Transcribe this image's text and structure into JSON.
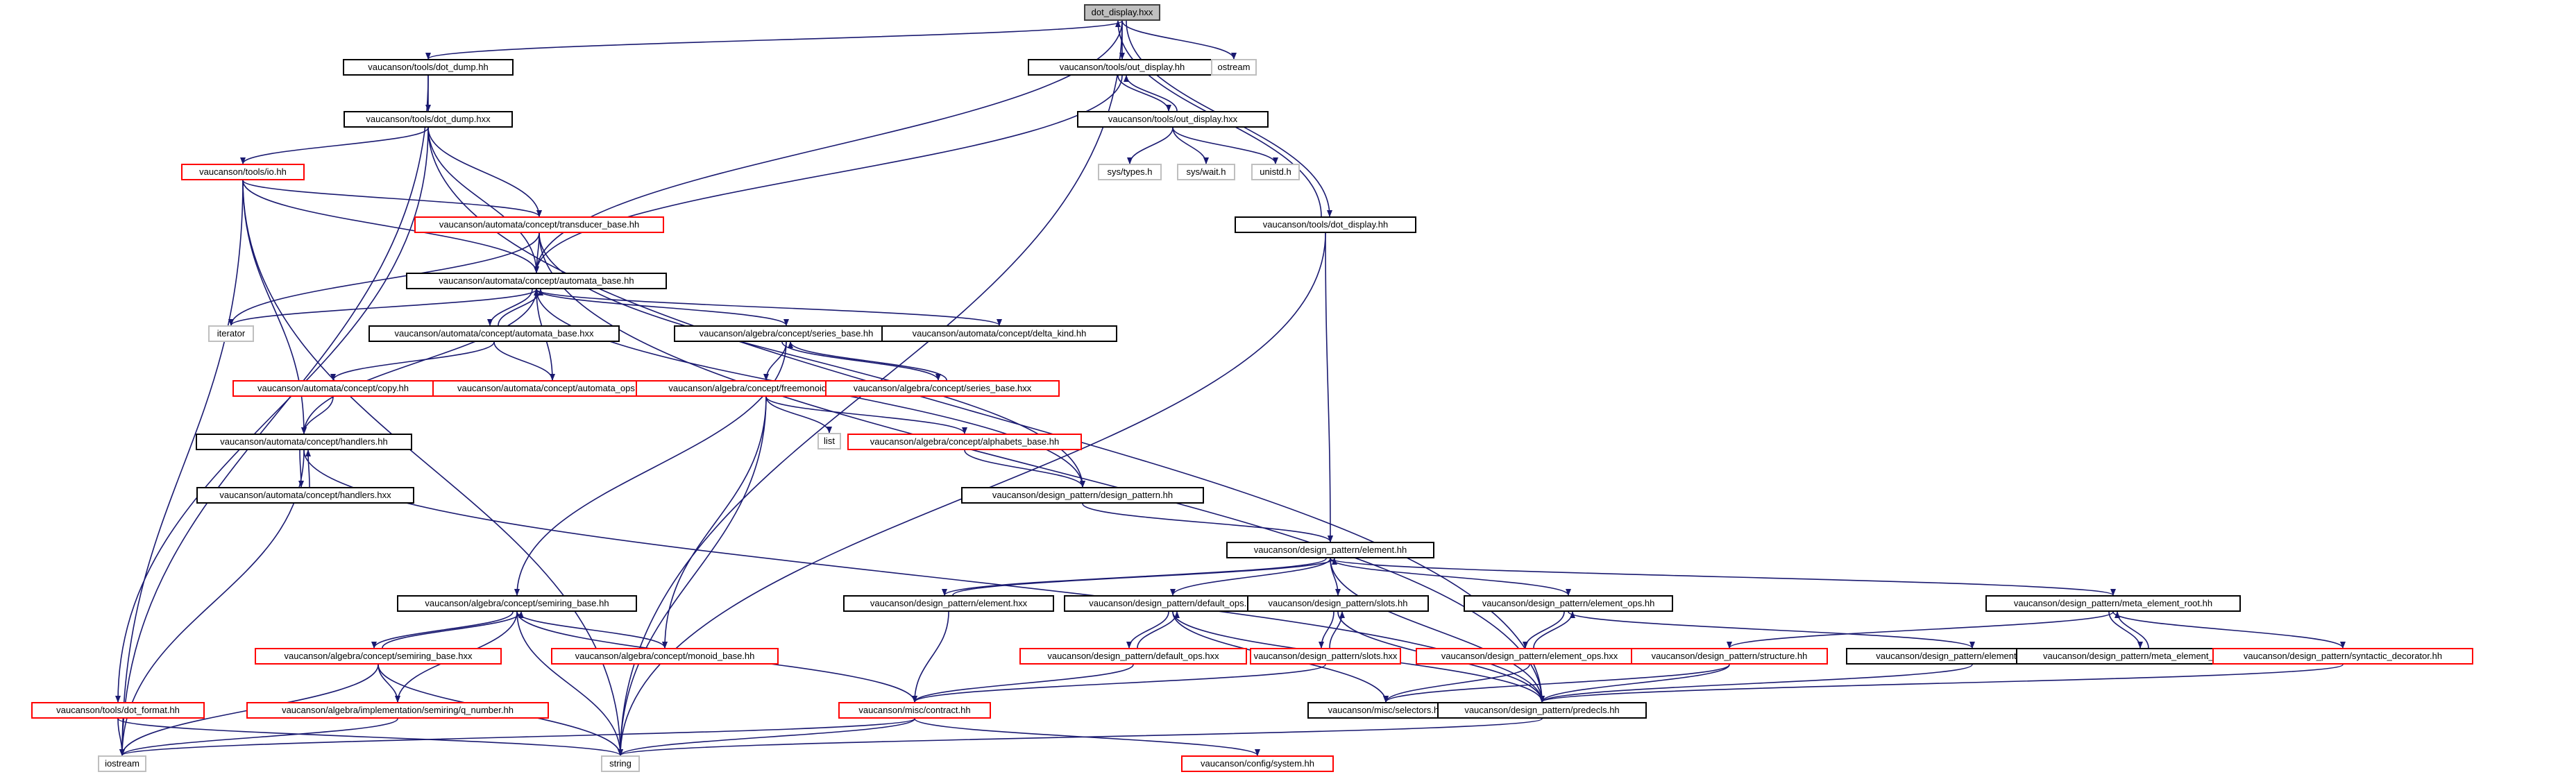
{
  "colors": {
    "edge": "#191970",
    "root_fill": "#bfbfbf",
    "root_border": "#404040",
    "node_border": "#000000",
    "incomplete_border": "#ff0000",
    "system_border": "#bfbfbf",
    "background": "#ffffff"
  },
  "legend_note": "",
  "graph": {
    "nodes": [
      {
        "id": "dot_display_hxx",
        "label": "dot_display.hxx",
        "kind": "root"
      },
      {
        "id": "dot_dump_hh",
        "label": "vaucanson/tools/dot_dump.hh",
        "kind": "normal"
      },
      {
        "id": "out_display_hh",
        "label": "vaucanson/tools/out_display.hh",
        "kind": "normal"
      },
      {
        "id": "ostream",
        "label": "ostream",
        "kind": "system"
      },
      {
        "id": "dot_dump_hxx",
        "label": "vaucanson/tools/dot_dump.hxx",
        "kind": "normal"
      },
      {
        "id": "out_display_hxx",
        "label": "vaucanson/tools/out_display.hxx",
        "kind": "normal"
      },
      {
        "id": "io_hh",
        "label": "vaucanson/tools/io.hh",
        "kind": "incomplete"
      },
      {
        "id": "sys_types_h",
        "label": "sys/types.h",
        "kind": "system"
      },
      {
        "id": "sys_wait_h",
        "label": "sys/wait.h",
        "kind": "system"
      },
      {
        "id": "unistd_h",
        "label": "unistd.h",
        "kind": "system"
      },
      {
        "id": "transducer_base_hh",
        "label": "vaucanson/automata/concept/transducer_base.hh",
        "kind": "incomplete"
      },
      {
        "id": "dot_display_hh",
        "label": "vaucanson/tools/dot_display.hh",
        "kind": "normal"
      },
      {
        "id": "automata_base_hh",
        "label": "vaucanson/automata/concept/automata_base.hh",
        "kind": "normal"
      },
      {
        "id": "iterator",
        "label": "iterator",
        "kind": "system"
      },
      {
        "id": "automata_base_hxx",
        "label": "vaucanson/automata/concept/automata_base.hxx",
        "kind": "normal"
      },
      {
        "id": "series_base_hh",
        "label": "vaucanson/algebra/concept/series_base.hh",
        "kind": "normal"
      },
      {
        "id": "delta_kind_hh",
        "label": "vaucanson/automata/concept/delta_kind.hh",
        "kind": "normal"
      },
      {
        "id": "copy_hh",
        "label": "vaucanson/automata/concept/copy.hh",
        "kind": "incomplete"
      },
      {
        "id": "automata_ops_hh",
        "label": "vaucanson/automata/concept/automata_ops.hh",
        "kind": "incomplete"
      },
      {
        "id": "freemonoid_base_hh",
        "label": "vaucanson/algebra/concept/freemonoid_base.hh",
        "kind": "incomplete"
      },
      {
        "id": "series_base_hxx",
        "label": "vaucanson/algebra/concept/series_base.hxx",
        "kind": "incomplete"
      },
      {
        "id": "list",
        "label": "list",
        "kind": "system"
      },
      {
        "id": "handlers_hh",
        "label": "vaucanson/automata/concept/handlers.hh",
        "kind": "normal"
      },
      {
        "id": "alphabets_base_hh",
        "label": "vaucanson/algebra/concept/alphabets_base.hh",
        "kind": "incomplete"
      },
      {
        "id": "handlers_hxx",
        "label": "vaucanson/automata/concept/handlers.hxx",
        "kind": "normal"
      },
      {
        "id": "design_pattern_hh",
        "label": "vaucanson/design_pattern/design_pattern.hh",
        "kind": "normal"
      },
      {
        "id": "element_hh",
        "label": "vaucanson/design_pattern/element.hh",
        "kind": "normal"
      },
      {
        "id": "element_hxx",
        "label": "vaucanson/design_pattern/element.hxx",
        "kind": "normal"
      },
      {
        "id": "default_ops_hh",
        "label": "vaucanson/design_pattern/default_ops.hh",
        "kind": "normal"
      },
      {
        "id": "slots_hh",
        "label": "vaucanson/design_pattern/slots.hh",
        "kind": "normal"
      },
      {
        "id": "element_ops_hh",
        "label": "vaucanson/design_pattern/element_ops.hh",
        "kind": "normal"
      },
      {
        "id": "meta_element_root_hh",
        "label": "vaucanson/design_pattern/meta_element_root.hh",
        "kind": "normal"
      },
      {
        "id": "semiring_base_hh",
        "label": "vaucanson/algebra/concept/semiring_base.hh",
        "kind": "normal"
      },
      {
        "id": "semiring_base_hxx",
        "label": "vaucanson/algebra/concept/semiring_base.hxx",
        "kind": "incomplete"
      },
      {
        "id": "monoid_base_hh",
        "label": "vaucanson/algebra/concept/monoid_base.hh",
        "kind": "incomplete"
      },
      {
        "id": "default_ops_hxx",
        "label": "vaucanson/design_pattern/default_ops.hxx",
        "kind": "incomplete"
      },
      {
        "id": "slots_hxx",
        "label": "vaucanson/design_pattern/slots.hxx",
        "kind": "incomplete"
      },
      {
        "id": "element_ops_hxx",
        "label": "vaucanson/design_pattern/element_ops.hxx",
        "kind": "incomplete"
      },
      {
        "id": "structure_hh",
        "label": "vaucanson/design_pattern/structure.hh",
        "kind": "incomplete"
      },
      {
        "id": "element_op_traits_hh",
        "label": "vaucanson/design_pattern/element_op_traits.hh",
        "kind": "normal"
      },
      {
        "id": "meta_element_root_hxx",
        "label": "vaucanson/design_pattern/meta_element_root.hxx",
        "kind": "normal"
      },
      {
        "id": "syntactic_decorator_hh",
        "label": "vaucanson/design_pattern/syntactic_decorator.hh",
        "kind": "incomplete"
      },
      {
        "id": "dot_format_hh",
        "label": "vaucanson/tools/dot_format.hh",
        "kind": "incomplete"
      },
      {
        "id": "q_number_hh",
        "label": "vaucanson/algebra/implementation/semiring/q_number.hh",
        "kind": "incomplete"
      },
      {
        "id": "contract_hh",
        "label": "vaucanson/misc/contract.hh",
        "kind": "incomplete"
      },
      {
        "id": "selectors_hh",
        "label": "vaucanson/misc/selectors.hh",
        "kind": "normal"
      },
      {
        "id": "predecls_hh",
        "label": "vaucanson/design_pattern/predecls.hh",
        "kind": "normal"
      },
      {
        "id": "iostream",
        "label": "iostream",
        "kind": "system"
      },
      {
        "id": "string",
        "label": "string",
        "kind": "system"
      },
      {
        "id": "system_hh",
        "label": "vaucanson/config/system.hh",
        "kind": "incomplete"
      }
    ],
    "edges": [
      [
        "dot_display_hxx",
        "dot_dump_hh"
      ],
      [
        "dot_display_hxx",
        "out_display_hh"
      ],
      [
        "dot_display_hxx",
        "ostream"
      ],
      [
        "dot_display_hxx",
        "dot_display_hh"
      ],
      [
        "dot_display_hxx",
        "automata_base_hh"
      ],
      [
        "dot_display_hxx",
        "string"
      ],
      [
        "dot_display_hh",
        "dot_display_hxx"
      ],
      [
        "dot_display_hh",
        "element_hh"
      ],
      [
        "dot_display_hh",
        "string"
      ],
      [
        "dot_dump_hh",
        "dot_dump_hxx"
      ],
      [
        "dot_dump_hh",
        "iostream"
      ],
      [
        "out_display_hh",
        "out_display_hxx"
      ],
      [
        "out_display_hh",
        "automata_base_hh"
      ],
      [
        "out_display_hxx",
        "out_display_hh"
      ],
      [
        "out_display_hxx",
        "sys_types_h"
      ],
      [
        "out_display_hxx",
        "sys_wait_h"
      ],
      [
        "out_display_hxx",
        "unistd_h"
      ],
      [
        "dot_dump_hxx",
        "io_hh"
      ],
      [
        "dot_dump_hxx",
        "transducer_base_hh"
      ],
      [
        "dot_dump_hxx",
        "automata_base_hh"
      ],
      [
        "dot_dump_hxx",
        "dot_format_hh"
      ],
      [
        "dot_dump_hxx",
        "predecls_hh"
      ],
      [
        "io_hh",
        "transducer_base_hh"
      ],
      [
        "io_hh",
        "automata_base_hh"
      ],
      [
        "io_hh",
        "handlers_hh"
      ],
      [
        "io_hh",
        "iostream"
      ],
      [
        "io_hh",
        "string"
      ],
      [
        "transducer_base_hh",
        "automata_base_hh"
      ],
      [
        "transducer_base_hh",
        "iterator"
      ],
      [
        "transducer_base_hh",
        "design_pattern_hh"
      ],
      [
        "transducer_base_hh",
        "predecls_hh"
      ],
      [
        "automata_base_hh",
        "iterator"
      ],
      [
        "automata_base_hh",
        "automata_base_hxx"
      ],
      [
        "automata_base_hh",
        "series_base_hh"
      ],
      [
        "automata_base_hh",
        "delta_kind_hh"
      ],
      [
        "automata_base_hh",
        "handlers_hh"
      ],
      [
        "automata_base_hh",
        "design_pattern_hh"
      ],
      [
        "automata_base_hxx",
        "automata_base_hh"
      ],
      [
        "automata_base_hxx",
        "copy_hh"
      ],
      [
        "automata_base_hxx",
        "automata_ops_hh"
      ],
      [
        "automata_ops_hh",
        "automata_base_hh"
      ],
      [
        "copy_hh",
        "handlers_hh"
      ],
      [
        "series_base_hh",
        "series_base_hxx"
      ],
      [
        "series_base_hh",
        "freemonoid_base_hh"
      ],
      [
        "series_base_hh",
        "semiring_base_hh"
      ],
      [
        "series_base_hxx",
        "series_base_hh"
      ],
      [
        "freemonoid_base_hh",
        "list"
      ],
      [
        "freemonoid_base_hh",
        "alphabets_base_hh"
      ],
      [
        "freemonoid_base_hh",
        "monoid_base_hh"
      ],
      [
        "freemonoid_base_hh",
        "string"
      ],
      [
        "alphabets_base_hh",
        "design_pattern_hh"
      ],
      [
        "handlers_hh",
        "handlers_hxx"
      ],
      [
        "handlers_hh",
        "predecls_hh"
      ],
      [
        "handlers_hh",
        "iostream"
      ],
      [
        "handlers_hxx",
        "handlers_hh"
      ],
      [
        "design_pattern_hh",
        "element_hh"
      ],
      [
        "element_hh",
        "element_hxx"
      ],
      [
        "element_hh",
        "default_ops_hh"
      ],
      [
        "element_hh",
        "slots_hh"
      ],
      [
        "element_hh",
        "element_ops_hh"
      ],
      [
        "element_hh",
        "meta_element_root_hh"
      ],
      [
        "element_hh",
        "predecls_hh"
      ],
      [
        "element_hxx",
        "element_hh"
      ],
      [
        "element_hxx",
        "contract_hh"
      ],
      [
        "default_ops_hh",
        "default_ops_hxx"
      ],
      [
        "default_ops_hh",
        "selectors_hh"
      ],
      [
        "default_ops_hh",
        "predecls_hh"
      ],
      [
        "default_ops_hxx",
        "default_ops_hh"
      ],
      [
        "default_ops_hxx",
        "contract_hh"
      ],
      [
        "slots_hh",
        "slots_hxx"
      ],
      [
        "slots_hh",
        "predecls_hh"
      ],
      [
        "slots_hxx",
        "slots_hh"
      ],
      [
        "slots_hxx",
        "contract_hh"
      ],
      [
        "element_ops_hh",
        "element_ops_hxx"
      ],
      [
        "element_ops_hh",
        "element_op_traits_hh"
      ],
      [
        "element_ops_hxx",
        "element_ops_hh"
      ],
      [
        "element_ops_hxx",
        "selectors_hh"
      ],
      [
        "meta_element_root_hh",
        "meta_element_root_hxx"
      ],
      [
        "meta_element_root_hh",
        "structure_hh"
      ],
      [
        "meta_element_root_hh",
        "syntactic_decorator_hh"
      ],
      [
        "meta_element_root_hxx",
        "meta_element_root_hh"
      ],
      [
        "structure_hh",
        "predecls_hh"
      ],
      [
        "structure_hh",
        "selectors_hh"
      ],
      [
        "element_op_traits_hh",
        "predecls_hh"
      ],
      [
        "syntactic_decorator_hh",
        "predecls_hh"
      ],
      [
        "semiring_base_hh",
        "semiring_base_hxx"
      ],
      [
        "semiring_base_hh",
        "monoid_base_hh"
      ],
      [
        "semiring_base_hh",
        "contract_hh"
      ],
      [
        "semiring_base_hh",
        "string"
      ],
      [
        "semiring_base_hh",
        "q_number_hh"
      ],
      [
        "semiring_base_hxx",
        "semiring_base_hh"
      ],
      [
        "semiring_base_hxx",
        "q_number_hh"
      ],
      [
        "semiring_base_hxx",
        "iostream"
      ],
      [
        "semiring_base_hxx",
        "string"
      ],
      [
        "q_number_hh",
        "iostream"
      ],
      [
        "dot_format_hh",
        "iostream"
      ],
      [
        "dot_format_hh",
        "string"
      ],
      [
        "contract_hh",
        "iostream"
      ],
      [
        "contract_hh",
        "string"
      ],
      [
        "contract_hh",
        "system_hh"
      ],
      [
        "predecls_hh",
        "string"
      ]
    ]
  }
}
